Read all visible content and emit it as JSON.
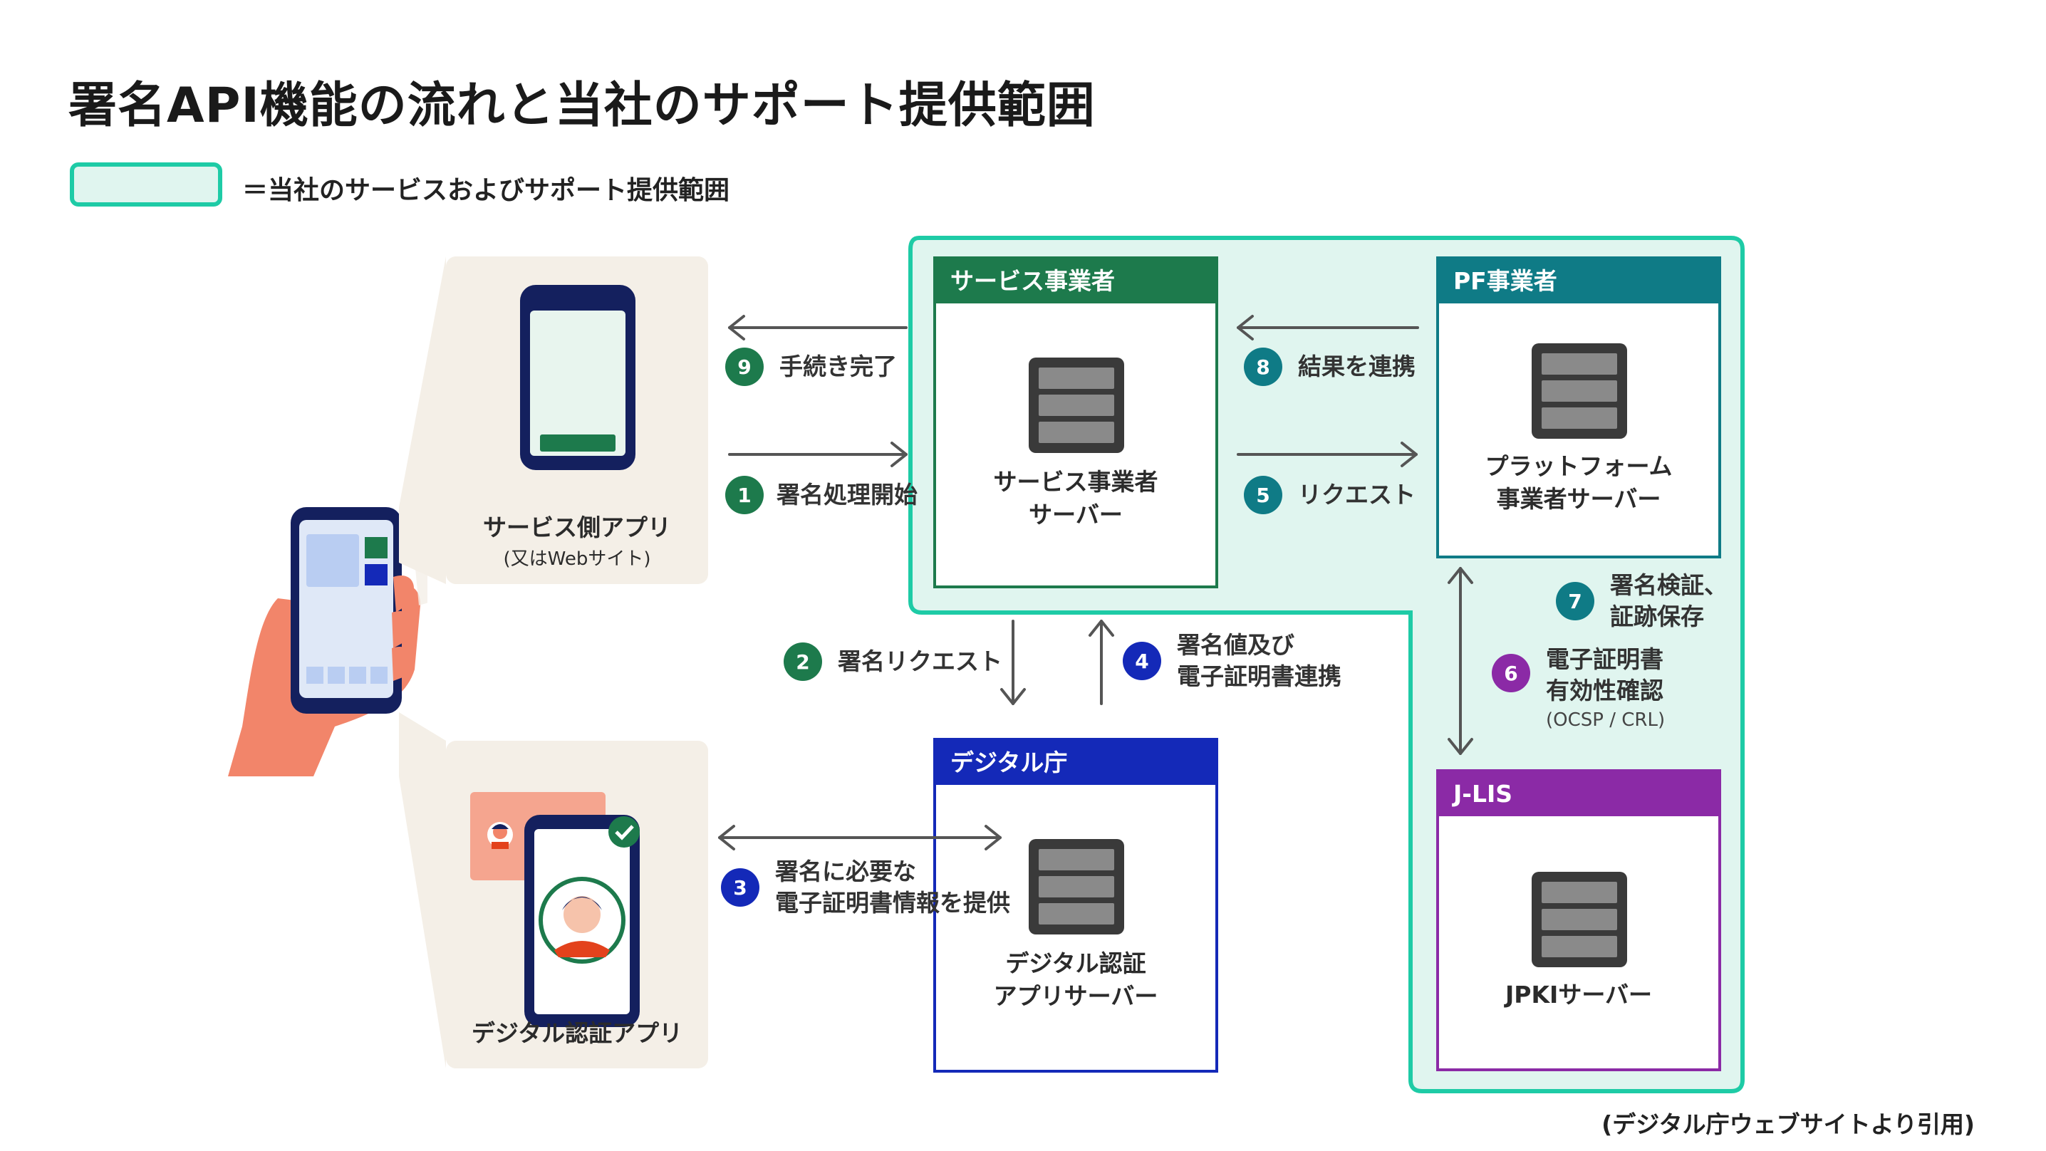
{
  "title": "署名API機能の流れと当社のサポート提供範囲",
  "legend": {
    "text": "＝当社のサービスおよびサポート提供範囲",
    "color": "#1ecba6"
  },
  "apps": {
    "service_app": {
      "label": "サービス側アプリ",
      "sub": "(又はWebサイト)"
    },
    "auth_app": {
      "label": "デジタル認証アプリ"
    }
  },
  "boxes": {
    "service_provider": {
      "header": "サービス事業者",
      "label": "サービス事業者\nサーバー",
      "color": "#1d7a4c"
    },
    "pf_provider": {
      "header": "PF事業者",
      "label": "プラットフォーム\n事業者サーバー",
      "color": "#0f7b86"
    },
    "digital_agency": {
      "header": "デジタル庁",
      "label": "デジタル認証\nアプリサーバー",
      "color": "#1429b8"
    },
    "jlis": {
      "header": "J-LIS",
      "label": "JPKIサーバー",
      "color": "#8b2aa6"
    }
  },
  "steps": [
    {
      "num": "1",
      "text": "署名処理開始",
      "color": "#1d7a4c"
    },
    {
      "num": "2",
      "text": "署名リクエスト",
      "color": "#1d7a4c"
    },
    {
      "num": "3",
      "text": "署名に必要な\n電子証明書情報を提供",
      "color": "#1429b8"
    },
    {
      "num": "4",
      "text": "署名値及び\n電子証明書連携",
      "color": "#1429b8"
    },
    {
      "num": "5",
      "text": "リクエスト",
      "color": "#0f7b86"
    },
    {
      "num": "6",
      "text": "電子証明書\n有効性確認",
      "sub": "(OCSP / CRL)",
      "color": "#8b2aa6"
    },
    {
      "num": "7",
      "text": "署名検証、\n証跡保存",
      "color": "#0f7b86"
    },
    {
      "num": "8",
      "text": "結果を連携",
      "color": "#0f7b86"
    },
    {
      "num": "9",
      "text": "手続き完了",
      "color": "#1d7a4c"
    }
  ],
  "icons": {
    "server": "server-icon",
    "phone": "smartphone-icon",
    "hand": "hand-holding-phone-icon",
    "check": "check-badge-icon",
    "person": "person-avatar-icon",
    "arrow": "arrow-icon"
  },
  "citation": "(デジタル庁ウェブサイトより引用)"
}
